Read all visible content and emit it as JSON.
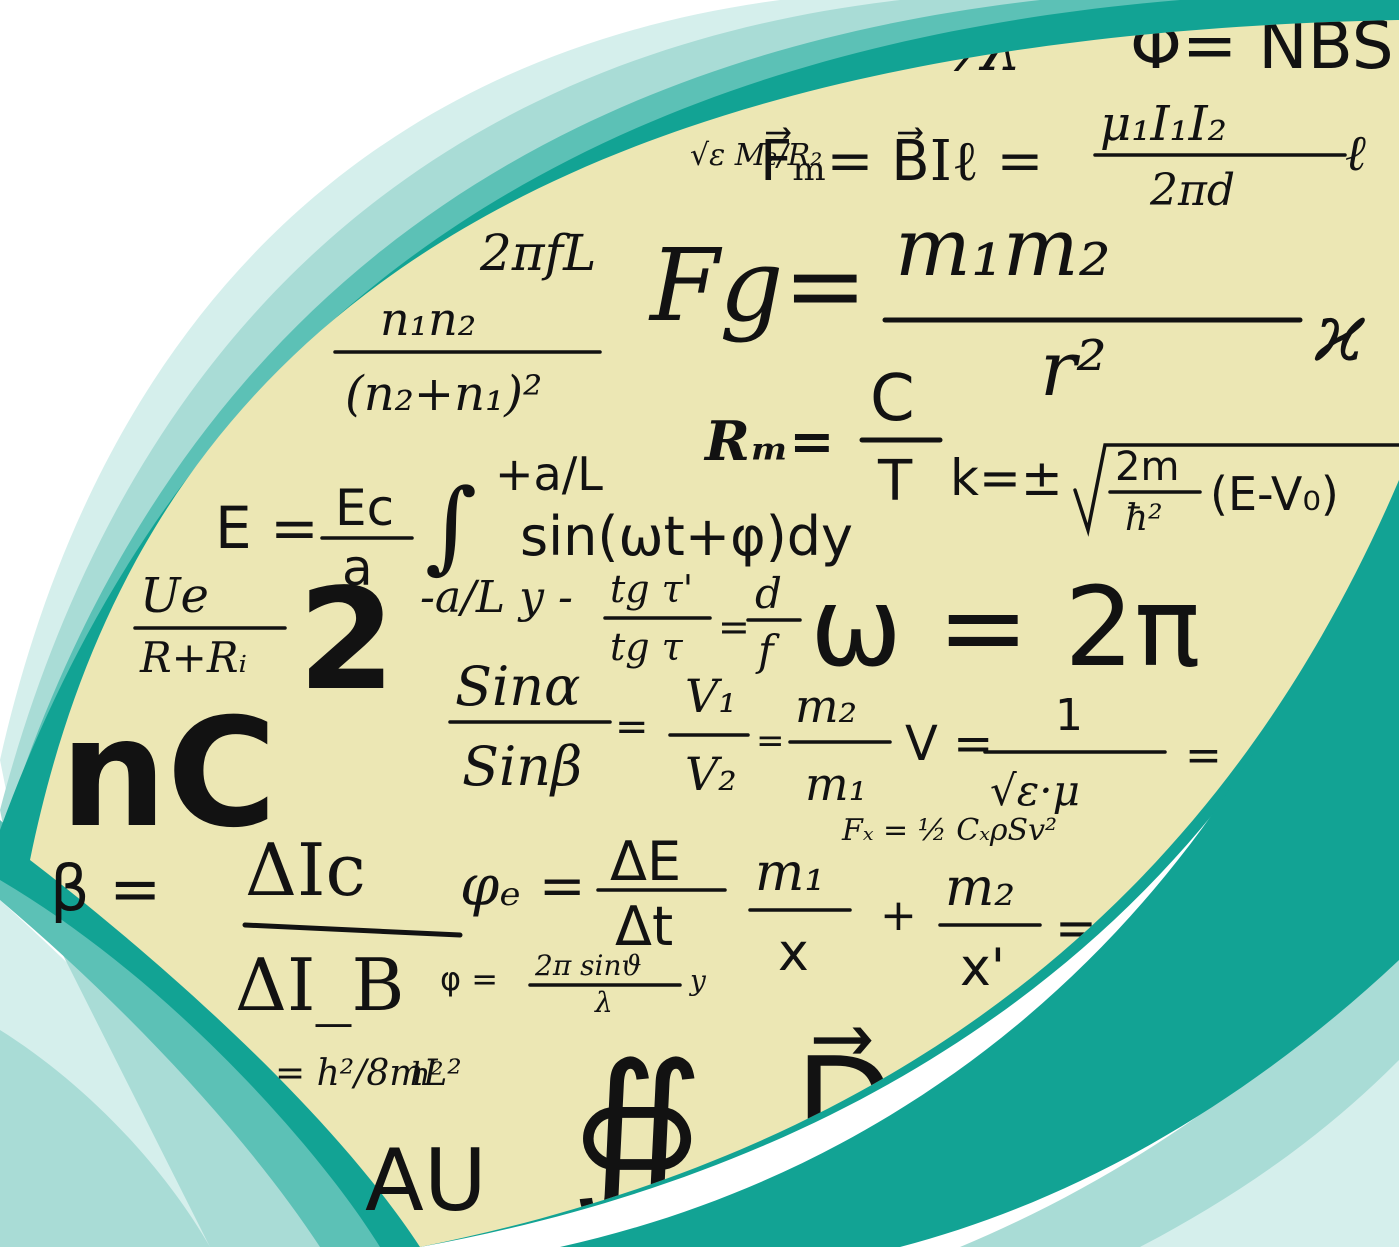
{
  "colors": {
    "paper": "#ece7b4",
    "ink": "#121212",
    "teal_dark": "#12a394",
    "teal_mid": "#5cc1b6",
    "teal_light": "#a9dcd6",
    "teal_pale": "#d5efec",
    "background": "#ffffff"
  },
  "formulas": {
    "phi_nbs": "Φ= NBS",
    "lambda_frag": "⁄λ",
    "mz_rz": "√ɛ M₂/R₂",
    "force_top": "F⃗ₘ= B⃗Iℓ =",
    "mu_i1_i2": "μ₁I₁I₂",
    "two_pi_d": "2πd",
    "ell": "ℓ",
    "two_pi_fl": "2πfL",
    "fg_lhs": "Fg=",
    "m1m2": "m₁m₂",
    "r2": "r²",
    "kappa": "ϰ",
    "n1n2": "n₁n₂",
    "n2_plus_n1_sq": "(n₂+n₁)²",
    "rm": "Rₘ=",
    "c_over": "C",
    "t_under": "T",
    "k_eq": "k=±",
    "two_m": "2m",
    "hbar_sq": "ħ²",
    "e_v0": "(E-V₀)",
    "e_eq": "E =",
    "ec": "Ec",
    "a_den": "a",
    "integral_upper": "+a/L",
    "sin_wt_phi": "sin(ωt+φ)dy",
    "integral_sign": "∫",
    "ue": "Ue",
    "r_plus_ri": "R+Rᵢ",
    "big_two": "2",
    "a_over_l": "-a/L y -",
    "tg_tau_prime": "tg τ'",
    "tg_tau": "tg τ",
    "eq_small": "=",
    "d_over": "d",
    "f_under": "f",
    "omega_eq": "ω = 2π",
    "sin_alpha": "Sinα",
    "sin_beta": "Sinβ",
    "v1": "V₁",
    "v2": "V₂",
    "m2_frac": "m₂",
    "m1_frac": "m₁",
    "v_eq": "V =",
    "one": "1",
    "sqrt_eps_mu": "√ε·μ",
    "trailing_eq": "=",
    "big_nc": "nC",
    "beta_eq": "β =",
    "delta_ic": "ΔIc",
    "phi_e_eq": "φₑ =",
    "delta_e": "ΔE",
    "delta_t": "Δt",
    "m1_over_x": "m₁",
    "x_under": "x",
    "plus": "+",
    "m2_over_xp": "m₂",
    "xp_under": "x'",
    "fx_formula": "Fₓ = ½ CₓρSv²",
    "delta_ib": "ΔI_B",
    "phi_small": "φ = ",
    "two_pi_sin": "2π sinϑ",
    "lambda_small": "λ",
    "y_small": "y",
    "h2_8ml2": "= h²/8mL²",
    "h2_tail": "h²",
    "au": "AU",
    "oint": "∯",
    "d_vec": "D⃗"
  }
}
